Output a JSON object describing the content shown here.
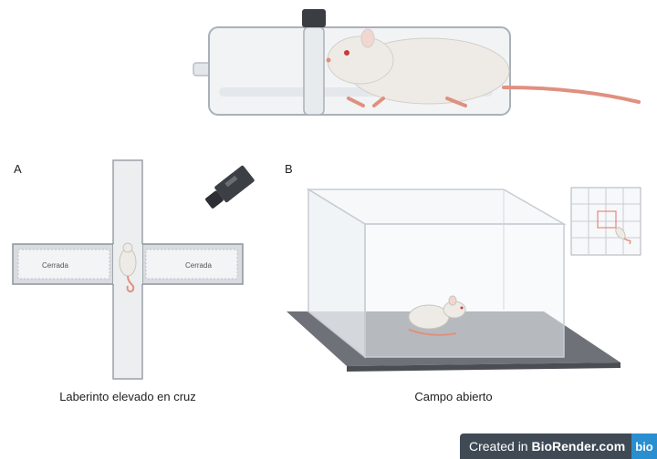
{
  "panels": {
    "a": {
      "letter": "A",
      "caption": "Laberinto elevado en cruz",
      "closed_arm_left": "Cerrada",
      "closed_arm_right": "Cerrada"
    },
    "b": {
      "letter": "B",
      "caption": "Campo abierto"
    }
  },
  "badge": {
    "prefix": "Created in ",
    "brand": "BioRender.com",
    "logo": "bio"
  },
  "colors": {
    "rat_body": "#eeebe6",
    "tail": "#e0907f",
    "floor": "#6e7178",
    "glass": "#c7ccd3",
    "badge": "#3f4a55",
    "logo": "#2a8fd0"
  },
  "icons": [
    "restraint-tube-icon",
    "rat-icon",
    "camera-icon",
    "tracking-grid-icon"
  ]
}
